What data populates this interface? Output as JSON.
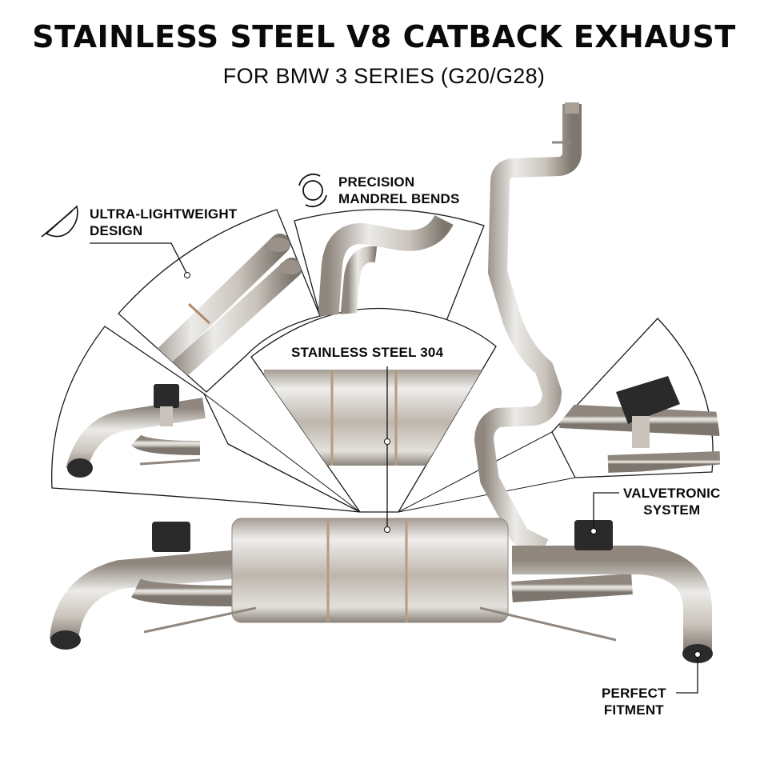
{
  "header": {
    "title": "STAINLESS STEEL V8 CATBACK EXHAUST",
    "subtitle": "FOR BMW 3 SERIES (G20/G28)"
  },
  "callouts": {
    "lightweight": {
      "line1": "ULTRA-LIGHTWEIGHT",
      "line2": "DESIGN",
      "icon": "feather-icon"
    },
    "bends": {
      "line1": "PRECISION",
      "line2": "MANDREL BENDS",
      "icon": "circular-arrows-icon"
    },
    "steel": {
      "line1": "STAINLESS STEEL 304"
    },
    "valve": {
      "line1": "VALVETRONIC",
      "line2": "SYSTEM"
    },
    "fitment": {
      "line1": "PERFECT",
      "line2": "FITMENT"
    }
  },
  "colors": {
    "steel": "#c9c3bb",
    "steel_dark": "#8f877e",
    "steel_light": "#ecebe8",
    "actuator": "#2a2a2a",
    "ink": "#0a0a0a"
  }
}
